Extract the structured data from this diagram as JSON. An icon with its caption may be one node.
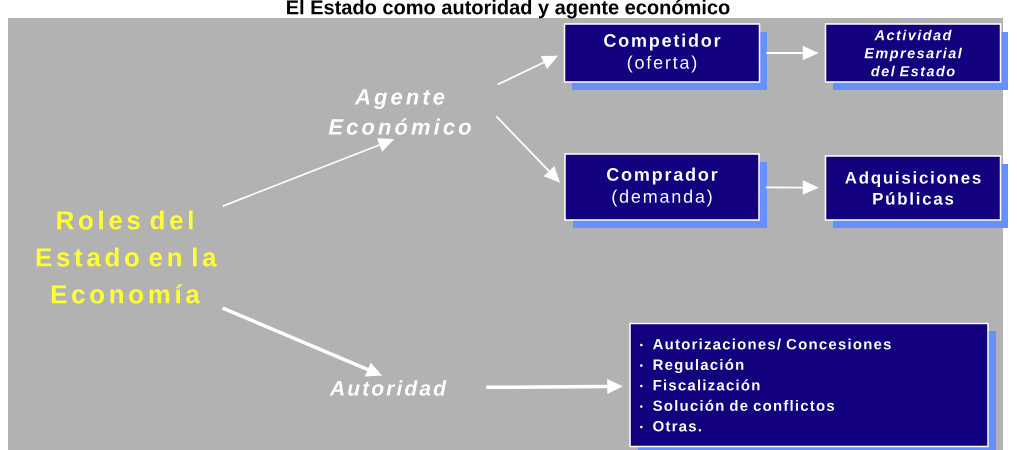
{
  "diagram": {
    "title": "El Estado como autoridad y agente económico",
    "nodes": [
      {
        "text": [
          "Roles del Estado en la Economía"
        ]
      },
      {
        "text": [
          "Agente Económico"
        ]
      },
      {
        "text": [
          "Autoridad"
        ]
      },
      {
        "text": [
          "Competidor",
          "(oferta)"
        ]
      },
      {
        "text": [
          "Actividad Empresarial del Estado"
        ]
      },
      {
        "text": [
          "Comprador",
          "(demanda)"
        ]
      },
      {
        "text": [
          "Adquisiciones Públicas"
        ]
      },
      {
        "text": [
          "Autorizaciones/ Concesiones",
          "Regulación",
          "Fiscalización",
          "Solución de conflictos",
          "Otras."
        ]
      }
    ],
    "edges": [
      {
        "from": 0,
        "to": 1,
        "arrow": "to"
      },
      {
        "from": 0,
        "to": 2,
        "arrow": "to",
        "style": "thick"
      },
      {
        "from": 1,
        "to": 3,
        "arrow": "to"
      },
      {
        "from": 1,
        "to": 5,
        "arrow": "to"
      },
      {
        "from": 3,
        "to": 4,
        "arrow": "to"
      },
      {
        "from": 5,
        "to": 6,
        "arrow": "to"
      },
      {
        "from": 2,
        "to": 7,
        "arrow": "to",
        "style": "thick"
      }
    ]
  }
}
